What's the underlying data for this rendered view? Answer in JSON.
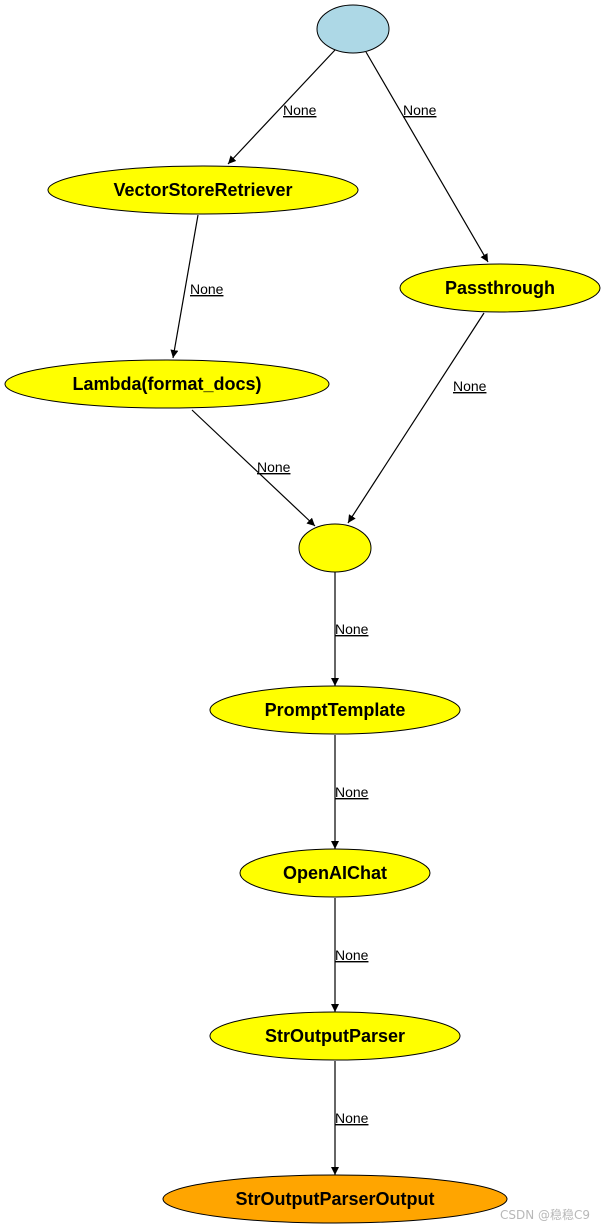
{
  "diagram": {
    "type": "flow-graph",
    "nodes": [
      {
        "id": "input",
        "label": "",
        "color": "#add8e6"
      },
      {
        "id": "vsr",
        "label": "VectorStoreRetriever",
        "color": "#ffff00"
      },
      {
        "id": "passthrough",
        "label": "Passthrough",
        "color": "#ffff00"
      },
      {
        "id": "lambda",
        "label": "Lambda(format_docs)",
        "color": "#ffff00"
      },
      {
        "id": "merge",
        "label": "",
        "color": "#ffff00"
      },
      {
        "id": "prompt",
        "label": "PromptTemplate",
        "color": "#ffff00"
      },
      {
        "id": "chat",
        "label": "OpenAIChat",
        "color": "#ffff00"
      },
      {
        "id": "parser",
        "label": "StrOutputParser",
        "color": "#ffff00"
      },
      {
        "id": "output",
        "label": "StrOutputParserOutput",
        "color": "#ffa500"
      }
    ],
    "edges": [
      {
        "from": "input",
        "to": "vsr",
        "label": "None"
      },
      {
        "from": "input",
        "to": "passthrough",
        "label": "None"
      },
      {
        "from": "vsr",
        "to": "lambda",
        "label": "None"
      },
      {
        "from": "passthrough",
        "to": "merge",
        "label": "None"
      },
      {
        "from": "lambda",
        "to": "merge",
        "label": "None"
      },
      {
        "from": "merge",
        "to": "prompt",
        "label": "None"
      },
      {
        "from": "prompt",
        "to": "chat",
        "label": "None"
      },
      {
        "from": "chat",
        "to": "parser",
        "label": "None"
      },
      {
        "from": "parser",
        "to": "output",
        "label": "None"
      }
    ]
  },
  "watermark": "CSDN @稳稳C9"
}
